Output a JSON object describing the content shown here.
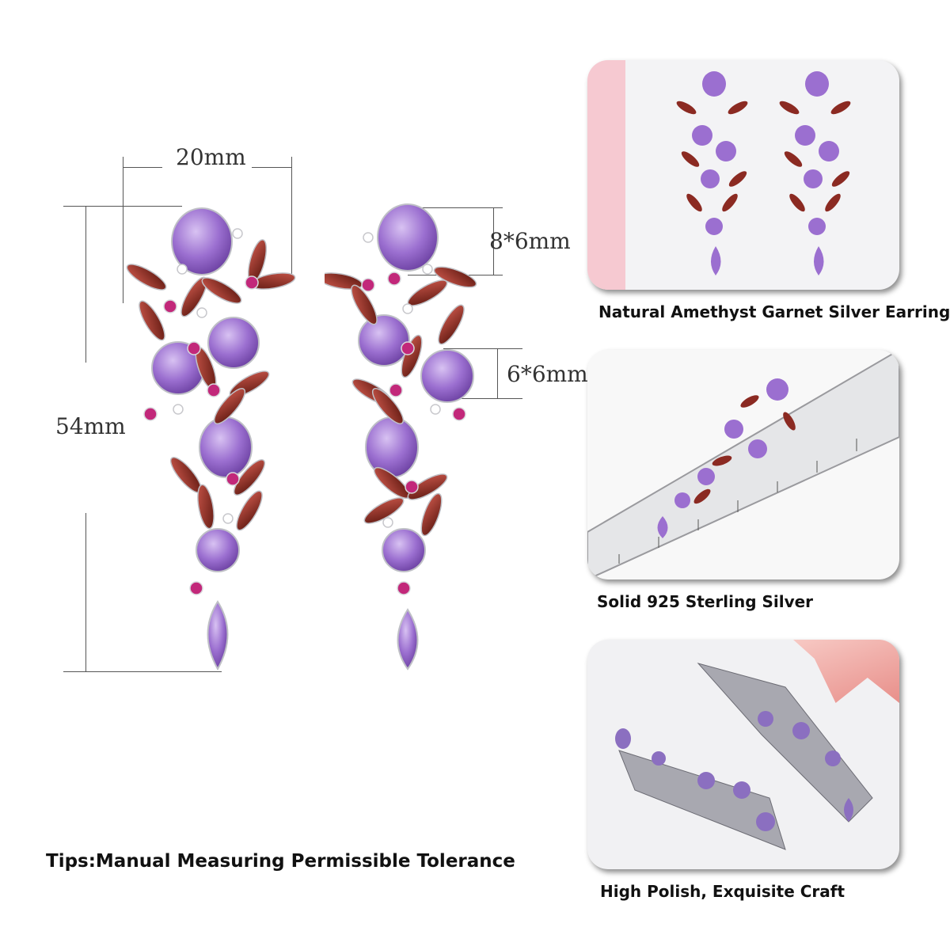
{
  "dimensions": {
    "width_label": "20mm",
    "length_label": "54mm",
    "oval_label": "8*6mm",
    "round_label": "6*6mm"
  },
  "captions": {
    "card1": "Natural Amethyst Garnet Silver Earring",
    "card2": "Solid 925 Sterling Silver",
    "card3": "High Polish, Exquisite Craft"
  },
  "tips": "Tips:Manual Measuring Permissible Tolerance",
  "colors": {
    "amethyst": "#9b6fd0",
    "garnet": "#8b2a22",
    "rhodolite": "#c2287a",
    "silver": "#c9c9cf"
  }
}
